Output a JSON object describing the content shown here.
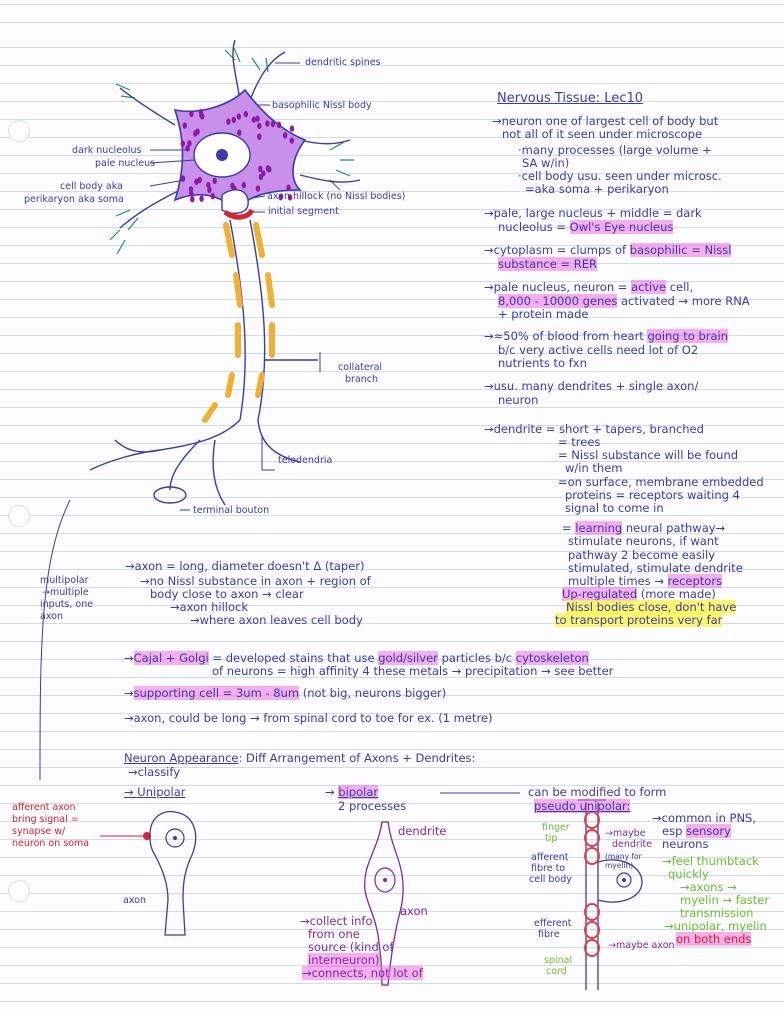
{
  "title": "Nervous Tissue: Lec10",
  "neuron_labels": {
    "dendritic_spines": "dendritic spines",
    "nissl": "basophilic Nissl body",
    "dark_nucleolus": "dark nucleolus",
    "pale_nucleus": "pale nucleus",
    "cell_body": "cell body aka",
    "perikaryon": "perikaryon aka soma",
    "axon_hillock": "axon hillock (no Nissl bodies)",
    "initial_segment": "initial segment",
    "collateral": "collateral",
    "branch": "branch",
    "telodendria": "telodendria",
    "terminal": "terminal bouton"
  },
  "right_notes": [
    "→neuron one of largest cell of body but",
    "not all of it seen under microscope",
    "·many processes (large volume +",
    "SA w/in)",
    "·cell body usu. seen under microsc.",
    "=aka soma + perikaryon"
  ],
  "nucleus_note": [
    "→pale, large nucleus + middle = dark",
    "nucleolus = "
  ],
  "owl": "Owl's Eye nucleus",
  "cyto": [
    "→cytoplasm = clumps of ",
    "basophilic = Nissl",
    "substance = RER"
  ],
  "pale2": [
    "→pale nucleus, neuron = ",
    "active",
    " cell,",
    "8,000 - 10000 genes",
    " activated → more RNA",
    "+ protein made"
  ],
  "blood": [
    "→≈50% of blood from heart ",
    "going to brain",
    "b/c very active cells need lot of O2",
    "nutrients to fxn"
  ],
  "usu": [
    "→usu. many dendrites + single axon/",
    "neuron"
  ],
  "dendrite": [
    "→dendrite = short + tapers, branched",
    "= trees",
    "= Nissl substance will be found",
    "w/in them",
    "=on surface, membrane embedded",
    "proteins = receptors waiting 4",
    "signal to come in"
  ],
  "learning": [
    "learning",
    " neural pathway→",
    "stimulate neurons, if want",
    "pathway 2 become easily",
    "stimulated, stimulate dendrite",
    "multiple times → ",
    "receptors",
    "Up-regulated",
    " (more made)",
    "Nissl bodies close, don't have",
    "to transport proteins very far"
  ],
  "axon_notes": [
    "→axon = long, diameter doesn't Δ (taper)",
    "→no Nissl substance in axon + region of",
    "body close to axon → clear",
    "→axon hillock",
    "→where axon leaves cell body"
  ],
  "multipolar": [
    "multipolar",
    "→multiple",
    "inputs, one",
    "axon"
  ],
  "cajal": [
    "→",
    "Cajal + Golgi",
    " = developed stains that use ",
    "gold/silver",
    " particles b/c ",
    "cytoskeleton",
    "of neurons = high affinity 4 these metals → precipitation → see better"
  ],
  "support": [
    "→",
    "supporting cell = 3um - 8um",
    " (not big, neurons bigger)"
  ],
  "axon_long": "→axon, could be long → from spinal cord to toe for ex. (1 metre)",
  "appearance": [
    "Neuron Appearance",
    ": Diff Arrangement of Axons + Dendrites:",
    "→classify"
  ],
  "types": {
    "unipolar": "→ Unipolar",
    "bipolar": "bipolar",
    "bipolar_sub": "2 processes",
    "modified": "can be modified to form",
    "pseudo": "pseudo unipolar:",
    "common": [
      "→common in PNS,",
      "esp ",
      "sensory",
      "neurons"
    ],
    "feel": [
      "→feel thumbtack",
      "quickly",
      "→axons →",
      "myelin → faster",
      "transmission",
      "→unipolar, myelin",
      "on both ends"
    ]
  },
  "afferent": [
    "afferent axon",
    "bring signal =",
    "synapse w/",
    "neuron on soma"
  ],
  "uni_axon": "axon",
  "bipolar_labels": {
    "dendrite": "dendrite",
    "axon": "axon",
    "collect": [
      "→collect info",
      "from one",
      "source (kind of",
      "interneuron)",
      "→connects, not lot of"
    ]
  },
  "pseudo_labels": {
    "finger": [
      "finger",
      "tip"
    ],
    "afferent_fibre": [
      "afferent",
      "fibre to",
      "cell body"
    ],
    "efferent": [
      "efferent",
      "fibre"
    ],
    "spinal": [
      "spinal",
      "cord"
    ],
    "maybe_dend": [
      "→maybe",
      "dendrite"
    ],
    "maybe_axon": "→maybe axon",
    "tiny": [
      "(many for",
      "myelin)"
    ]
  }
}
